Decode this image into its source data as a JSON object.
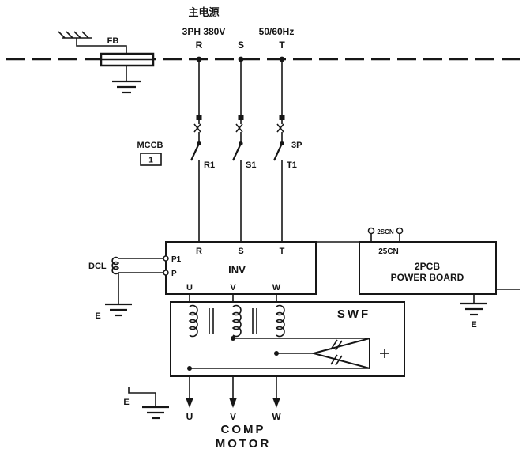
{
  "diagram": {
    "power_source": {
      "title": "主电源",
      "voltage": "3PH 380V",
      "frequency": "50/60Hz"
    },
    "phase_labels": {
      "r": "R",
      "s": "S",
      "t": "T"
    },
    "fb": "FB",
    "mccb": {
      "label": "MCCB",
      "unit_no": "1",
      "poles": "3P"
    },
    "breaker_outputs": {
      "r1": "R1",
      "s1": "S1",
      "t1": "T1"
    },
    "inverter": {
      "name": "INV",
      "input_terminals": {
        "r": "R",
        "s": "S",
        "t": "T"
      },
      "dc_terminals": {
        "p1": "P1",
        "p": "P"
      },
      "output_terminals": {
        "u": "U",
        "v": "V",
        "w": "W"
      }
    },
    "dcl": "DCL",
    "power_board": {
      "connector_top": "2SCN",
      "connector": "25CN",
      "name_line1": "2PCB",
      "name_line2": "POWER BOARD"
    },
    "swf": "SWF",
    "ground_labels": {
      "inverter_left": "E",
      "board_right": "E",
      "motor_bottom": "E"
    },
    "motor": {
      "terminals": {
        "u": "U",
        "v": "V",
        "w": "W"
      },
      "name_line1": "COMP",
      "name_line2": "MOTOR"
    }
  }
}
